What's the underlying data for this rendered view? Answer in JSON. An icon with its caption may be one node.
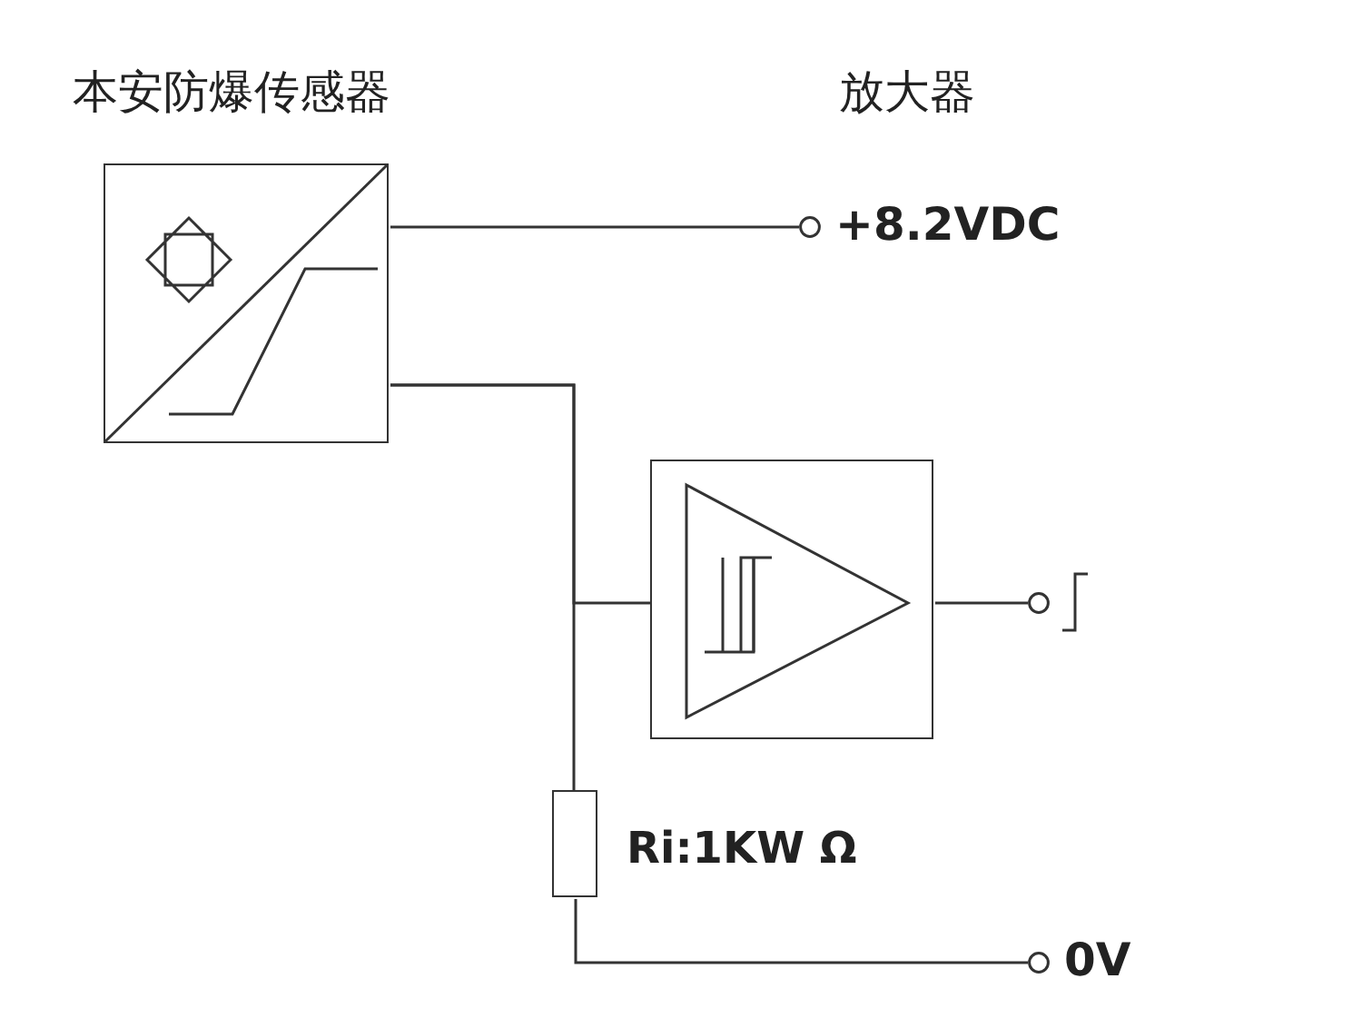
{
  "diagram": {
    "nodes": [
      {
        "text": [
          "本安防爆传感器"
        ]
      },
      {
        "text": [],
        "shape": "circle",
        "beside": [
          "+8.2VDC"
        ]
      },
      {
        "text": [],
        "shape": "box"
      },
      {
        "text": [],
        "shape": "circle"
      },
      {
        "text": [],
        "shape": "box",
        "beside": [
          "Ri:1KW Ω"
        ]
      },
      {
        "text": [],
        "shape": "circle",
        "beside": [
          "0V"
        ]
      }
    ],
    "edges": [
      {
        "from": 0,
        "to": 1,
        "arrow": "none"
      },
      {
        "from": 0,
        "to": 2,
        "arrow": "none"
      },
      {
        "from": 0,
        "to": 4,
        "arrow": "none"
      },
      {
        "from": 2,
        "to": 3,
        "arrow": "none"
      },
      {
        "from": 4,
        "to": 5,
        "arrow": "none"
      }
    ],
    "labels": [
      "放大器"
    ]
  }
}
